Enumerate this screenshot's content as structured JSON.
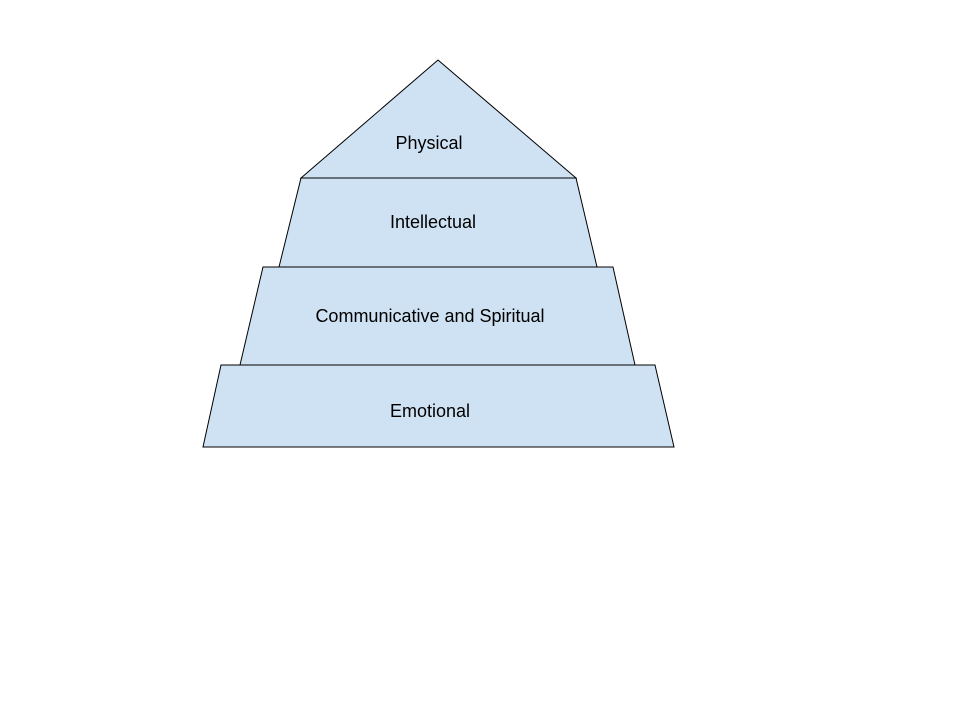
{
  "diagram": {
    "type": "pyramid",
    "fill_color": "#cfe2f3",
    "stroke_color": "#000000",
    "tiers": [
      {
        "label": "Physical"
      },
      {
        "label": "Intellectual"
      },
      {
        "label": "Communicative and Spiritual"
      },
      {
        "label": "Emotional"
      }
    ]
  }
}
